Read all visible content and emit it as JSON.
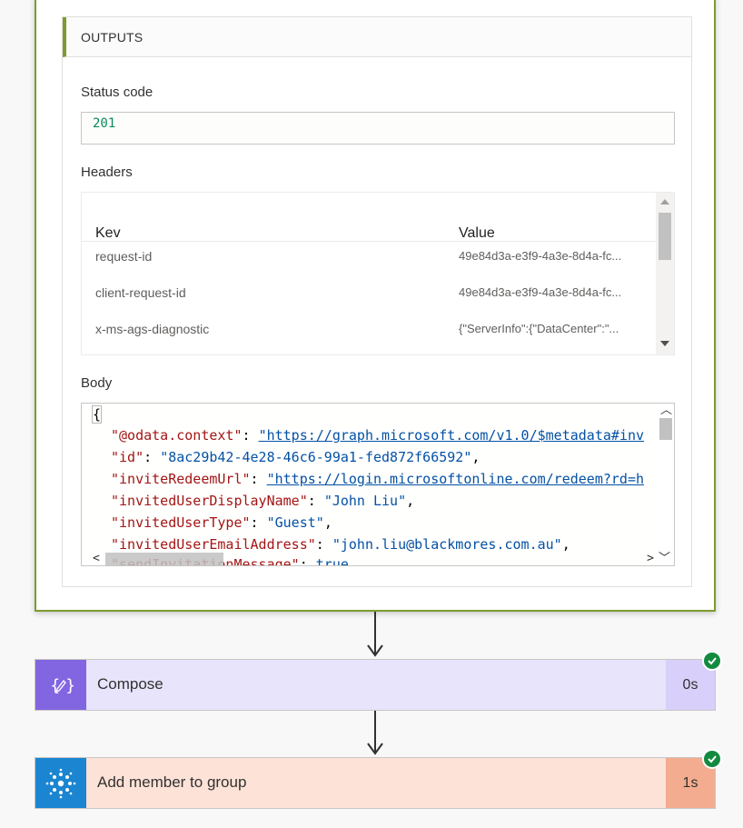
{
  "outputs": {
    "title": "OUTPUTS",
    "status": {
      "label": "Status code",
      "value": "201"
    },
    "headers": {
      "label": "Headers",
      "col_key": "Kev",
      "col_value": "Value",
      "rows": [
        {
          "key": "request-id",
          "value": "49e84d3a-e3f9-4a3e-8d4a-fc..."
        },
        {
          "key": "client-request-id",
          "value": "49e84d3a-e3f9-4a3e-8d4a-fc..."
        },
        {
          "key": "x-ms-ags-diagnostic",
          "value": "{\"ServerInfo\":{\"DataCenter\":\"..."
        }
      ]
    },
    "body": {
      "label": "Body",
      "open": "{",
      "lines": [
        {
          "key": "\"@odata.context\"",
          "sep": ": ",
          "value": "\"https://graph.microsoft.com/v1.0/$metadata#inv",
          "end": ""
        },
        {
          "key": "\"id\"",
          "sep": ": ",
          "value": "\"8ac29b42-4e28-46c6-99a1-fed872f66592\"",
          "end": ","
        },
        {
          "key": "\"inviteRedeemUrl\"",
          "sep": ": ",
          "value": "\"https://login.microsoftonline.com/redeem?rd=h",
          "end": ""
        },
        {
          "key": "\"invitedUserDisplayName\"",
          "sep": ": ",
          "value": "\"John Liu\"",
          "end": ","
        },
        {
          "key": "\"invitedUserType\"",
          "sep": ": ",
          "value": "\"Guest\"",
          "end": ","
        },
        {
          "key": "\"invitedUserEmailAddress\"",
          "sep": ": ",
          "value": "\"john.liu@blackmores.com.au\"",
          "end": ","
        },
        {
          "key": "\"sendInvitationMessage\"",
          "sep": ": ",
          "value": "true",
          "end": ""
        }
      ]
    }
  },
  "steps": [
    {
      "title": "Compose",
      "duration": "0s",
      "icon": "compose-icon",
      "bg": "#e8e4fc",
      "icon_bg": "#8265e0",
      "dur_bg": "#d8d0fa"
    },
    {
      "title": "Add member to group",
      "duration": "1s",
      "icon": "azure-ad-icon",
      "bg": "#fde2d7",
      "icon_bg": "#1c85d1",
      "dur_bg": "#f3ac8f"
    }
  ],
  "colors": {
    "success": "#128b3f",
    "card_border": "#7d9b2f"
  }
}
